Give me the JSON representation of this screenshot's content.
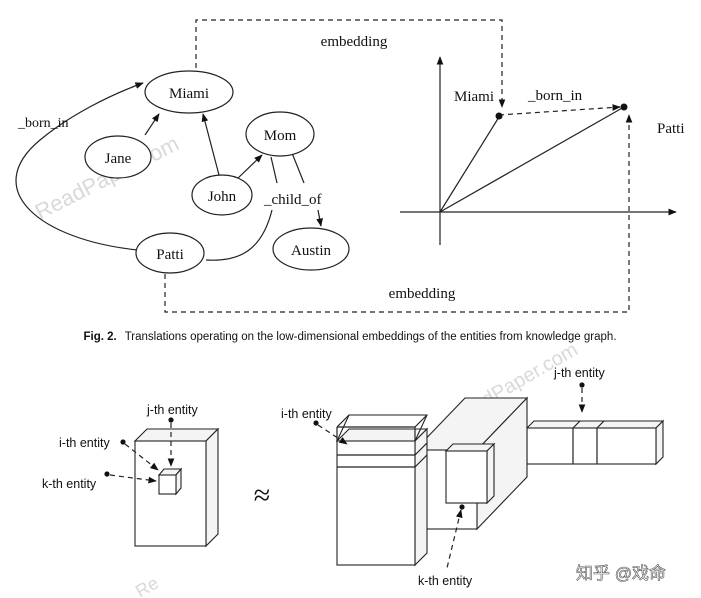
{
  "watermarks": {
    "top": "ReadPaper.com",
    "bottom": "ReadPaper.com",
    "bottom_left": "Re"
  },
  "figure2": {
    "nodes": {
      "miami": "Miami",
      "jane": "Jane",
      "mom": "Mom",
      "john": "John",
      "patti": "Patti",
      "austin": "Austin"
    },
    "relations": {
      "born_in_left": "_born_in",
      "child_of": "_child_of",
      "born_in_right": "_born_in"
    },
    "embedding_top": "embedding",
    "embedding_bottom": "embedding",
    "vector_labels": {
      "miami": "Miami",
      "patti": "Patti"
    },
    "caption": {
      "label": "Fig. 2.",
      "text": "Translations operating on the low-dimensional embeddings of the entities from knowledge graph."
    }
  },
  "figure3": {
    "left_labels": {
      "j": "j-th entity",
      "i": "i-th entity",
      "k": "k-th entity"
    },
    "approx": "≈",
    "right_labels": {
      "j": "j-th entity",
      "i": "i-th entity",
      "k": "k-th entity"
    },
    "corner_text": "知乎 @戏命"
  }
}
